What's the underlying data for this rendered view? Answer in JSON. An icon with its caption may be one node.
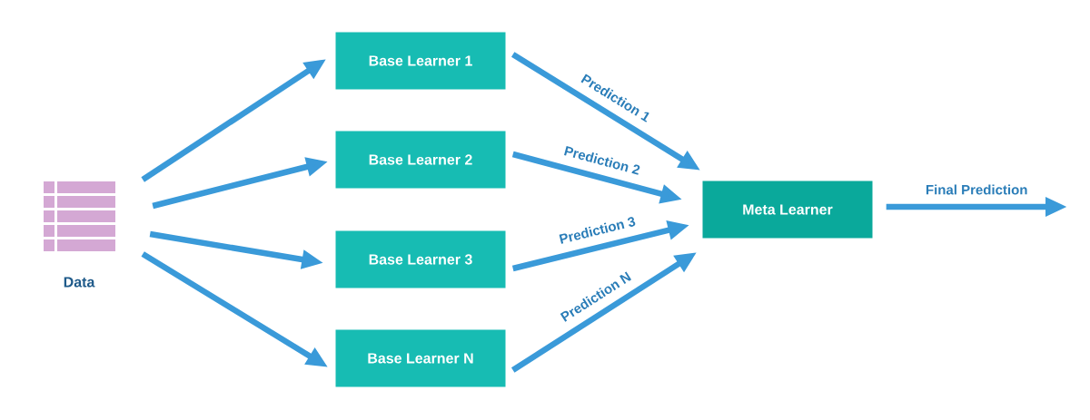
{
  "diagram": {
    "nodes": [
      {
        "text": [
          "Data"
        ]
      },
      {
        "text": [
          "Base Learner 1"
        ]
      },
      {
        "text": [
          "Base Learner 2"
        ]
      },
      {
        "text": [
          "Base Learner 3"
        ]
      },
      {
        "text": [
          "Base Learner N"
        ]
      },
      {
        "text": [
          "Meta Learner"
        ]
      }
    ],
    "edges": [
      {
        "from": 0,
        "to": 1,
        "arrow": "to"
      },
      {
        "from": 0,
        "to": 2,
        "arrow": "to"
      },
      {
        "from": 0,
        "to": 3,
        "arrow": "to"
      },
      {
        "from": 0,
        "to": 4,
        "arrow": "to"
      },
      {
        "from": 1,
        "to": 5,
        "arrow": "to",
        "label": "Prediction 1"
      },
      {
        "from": 2,
        "to": 5,
        "arrow": "to",
        "label": "Prediction 2"
      },
      {
        "from": 3,
        "to": 5,
        "arrow": "to",
        "label": "Prediction 3"
      },
      {
        "from": 4,
        "to": 5,
        "arrow": "to",
        "label": "Prediction N"
      },
      {
        "from": 5,
        "to": null,
        "arrow": "to",
        "label": "Final Prediction"
      }
    ]
  }
}
